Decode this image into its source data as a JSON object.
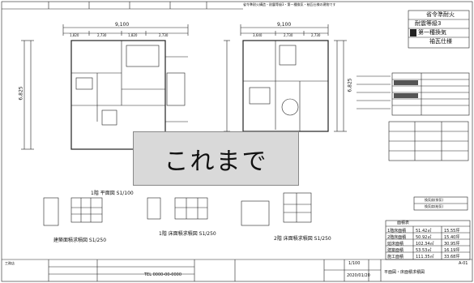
{
  "header_notes": [
    "省令準耐火",
    "耐震等級3",
    "第一種換気",
    "袖瓦仕様"
  ],
  "top_left_caption": "省令準耐火構造・耐震等級3・第一種換気・袖瓦仕様の建物です",
  "plan_dimensions": {
    "overall_width_1f": "9,100",
    "overall_width_2f": "9,100",
    "segments_1f": [
      "1,820",
      "2,730",
      "1,820",
      "2,730"
    ],
    "segments_2f": [
      "3,640",
      "2,730",
      "2,730"
    ],
    "height_1f": "6,825",
    "height_2f": "6,825"
  },
  "overlay": {
    "text": "これまで"
  },
  "plan_titles": {
    "first_floor": "1階 平面図 S1/100",
    "first_floor_area": "1階 床面積求積図 S1/250",
    "second_floor_area": "2階 床面積求積図 S1/250",
    "building_area": "建築面積求積図 S1/250"
  },
  "area_table": {
    "header": "面積表",
    "rows": [
      {
        "label": "1階床面積",
        "value": "51.42㎡",
        "tsubo": "15.55坪"
      },
      {
        "label": "2階床面積",
        "value": "50.92㎡",
        "tsubo": "15.40坪"
      },
      {
        "label": "延床面積",
        "value": "102.34㎡",
        "tsubo": "30.95坪"
      },
      {
        "label": "建築面積",
        "value": "53.53㎡",
        "tsubo": "16.19坪"
      },
      {
        "label": "施工面積",
        "value": "111.35㎡",
        "tsubo": "33.68坪"
      }
    ]
  },
  "legend": {
    "items": [
      "換気扇(排気)",
      "換気扇(給気)"
    ]
  },
  "title_block": {
    "company": "工務店",
    "tel": "TEL 0000-00-0000",
    "scale": "1/100",
    "date": "2020/01/20",
    "drawing_name": "平面図・床面積求積図",
    "sheet_no": "A-01"
  }
}
